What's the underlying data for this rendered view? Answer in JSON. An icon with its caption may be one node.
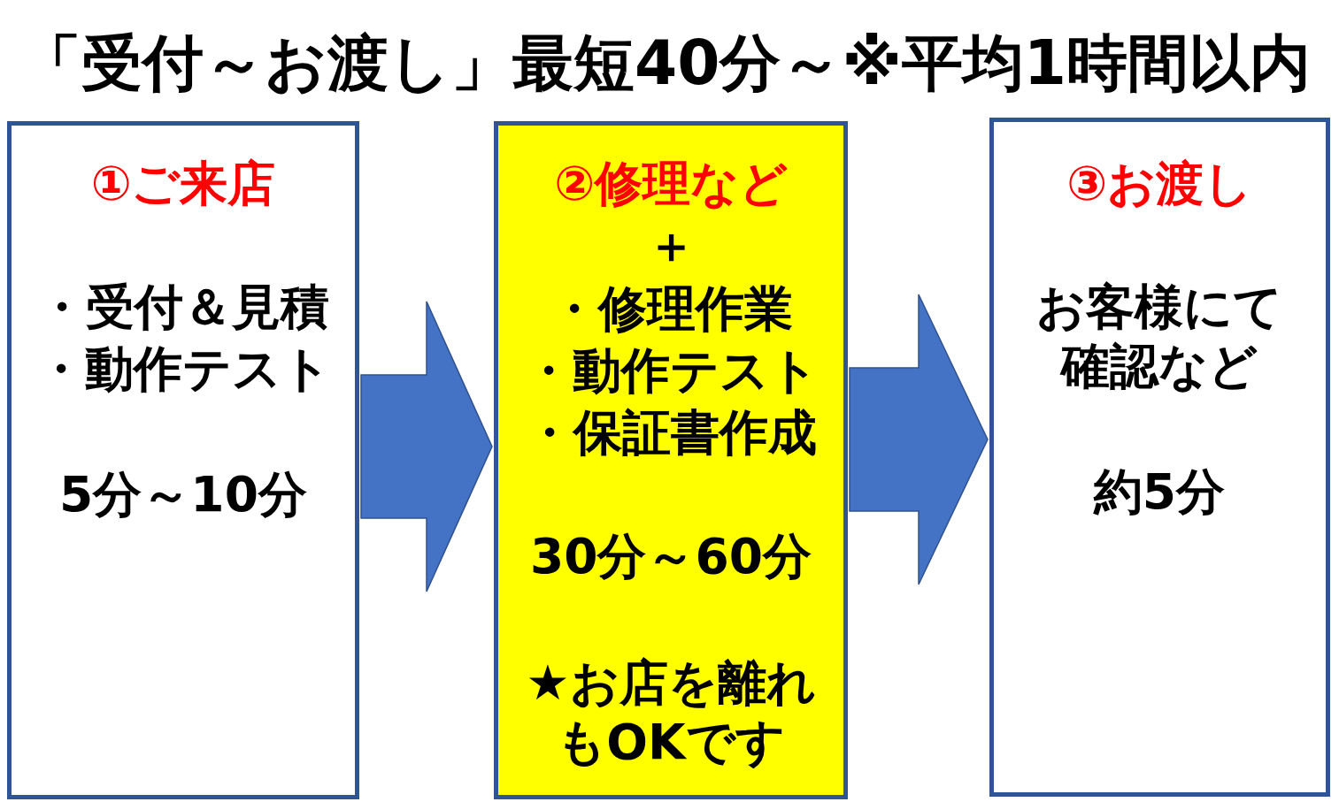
{
  "diagram": {
    "title": "「受付～お渡し」最短40分～※平均1時間以内",
    "nodes": [
      {
        "text": [
          "①ご来店",
          "・受付＆見積",
          "・動作テスト",
          "5分～10分"
        ]
      },
      {
        "text": [
          "②修理など",
          "＋",
          "・修理作業",
          "・動作テスト",
          "・保証書作成",
          "30分～60分",
          "★お店を離れもOKです"
        ]
      },
      {
        "text": [
          "③お渡し",
          "お客様にて確認など",
          "約5分"
        ]
      }
    ],
    "edges": [
      {
        "from": 0,
        "to": 1,
        "arrow": "to"
      },
      {
        "from": 1,
        "to": 2,
        "arrow": "to"
      }
    ]
  }
}
